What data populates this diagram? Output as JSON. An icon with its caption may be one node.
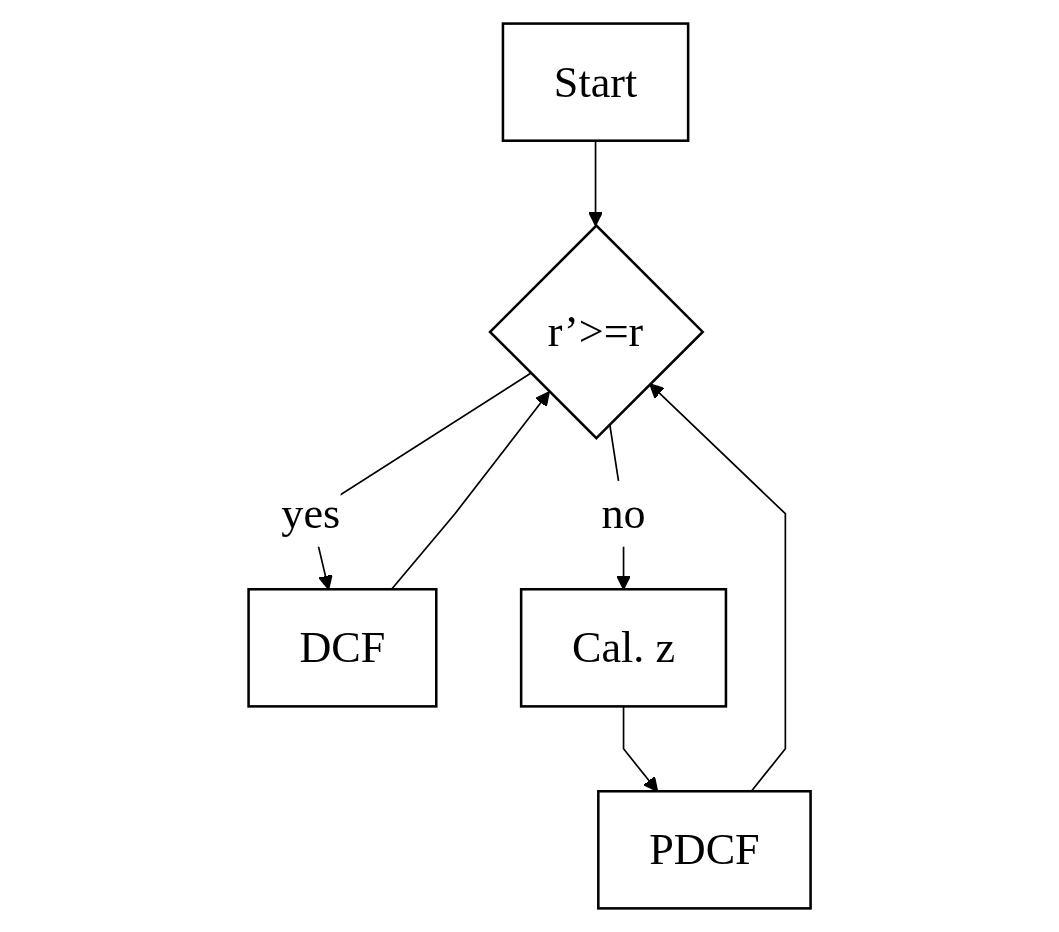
{
  "diagram": {
    "nodes": [
      {
        "text": [
          "Start"
        ]
      },
      {
        "text": [
          "r’>=r"
        ]
      },
      {
        "text": [
          "DCF"
        ]
      },
      {
        "text": [
          "Cal. z"
        ]
      },
      {
        "text": [
          "PDCF"
        ]
      }
    ],
    "edges": [
      {
        "from": 0,
        "to": 1,
        "arrow": "to"
      },
      {
        "from": 1,
        "to": 2,
        "label": "yes",
        "arrow": "to"
      },
      {
        "from": 1,
        "to": 3,
        "label": "no",
        "arrow": "to"
      },
      {
        "from": 3,
        "to": 4,
        "arrow": "to"
      },
      {
        "from": 4,
        "to": 1,
        "arrow": "to"
      },
      {
        "from": 2,
        "to": 1,
        "arrow": "to"
      }
    ]
  }
}
